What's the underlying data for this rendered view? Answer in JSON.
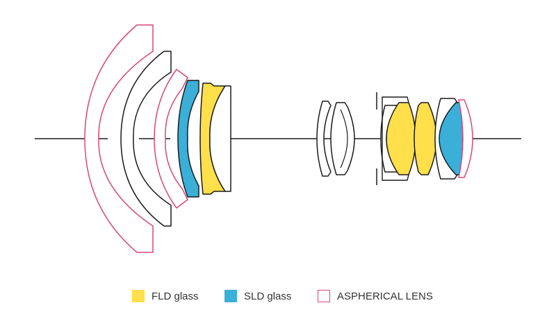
{
  "colors": {
    "fld": "#FFDF4A",
    "sld": "#3AAFD8",
    "aspherical": "#D8457A",
    "outline": "#1A1A1A",
    "axis": "#1A1A1A"
  },
  "legend": {
    "fld_label": "FLD glass",
    "sld_label": "SLD glass",
    "aspherical_label": "ASPHERICAL LENS"
  }
}
